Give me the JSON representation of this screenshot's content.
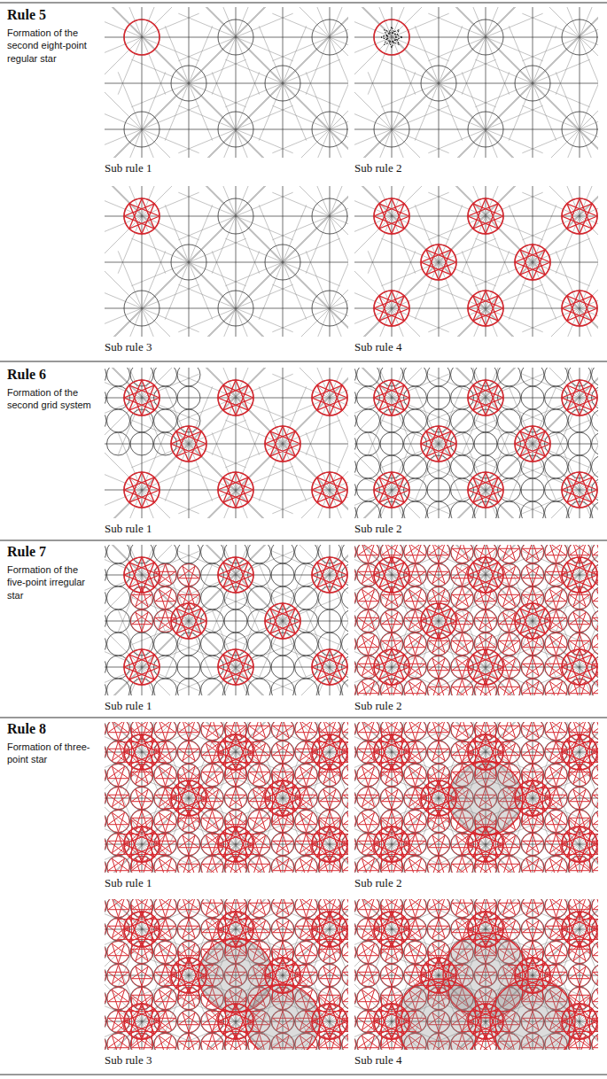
{
  "diagram": {
    "labels": [
      "Rule 5",
      "Formation of the second eight-point regular star",
      "Sub rule 1",
      "Sub rule 2",
      "Sub rule 3",
      "Sub rule 4",
      "Rule 6",
      "Formation of the second grid system",
      "Sub rule 1",
      "Sub rule 2",
      "Rule 7",
      "Formation of the five-point irregular star",
      "Sub rule 1",
      "Sub rule 2",
      "Rule 8",
      "Formation of three-point star",
      "Sub rule 1",
      "Sub rule 2",
      "Sub rule 3",
      "Sub rule 4"
    ]
  }
}
